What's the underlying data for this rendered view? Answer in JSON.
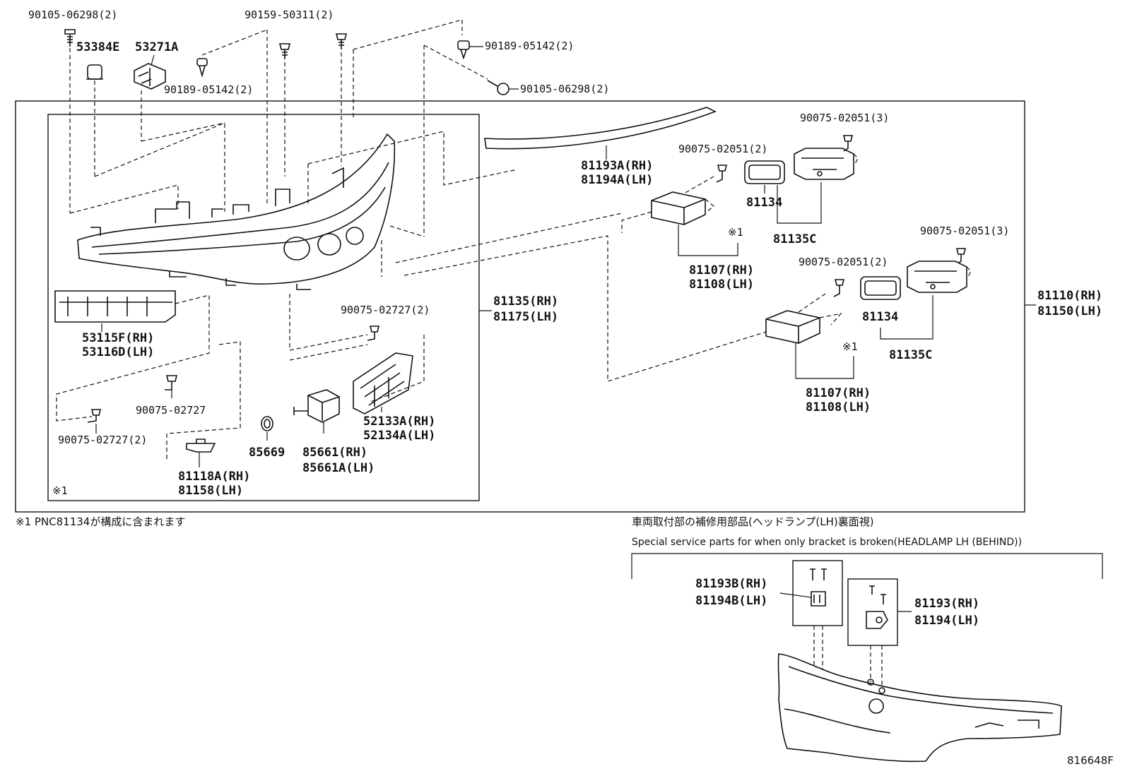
{
  "drawing_number": "816648F",
  "footnote": "※1 PNC81134が構成に含まれます",
  "inner_box_marker": "※1",
  "callouts": {
    "bolt_top_left": "90105-06298(2)",
    "grommet_53384E": "53384E",
    "bracket_53271A": "53271A",
    "clip_upper_left": "90189-05142(2)",
    "screw_upper_mid": "90159-50311(2)",
    "clip_upper_right": "90189-05142(2)",
    "bolt_upper_right": "90105-06298(2)",
    "cover_rh": "81193A(RH)",
    "cover_lh": "81194A(LH)",
    "screw_ecu_top": "90075-02051(2)",
    "screw_module_top": "90075-02051(3)",
    "gasket_top": "81134",
    "module_top": "81135C",
    "ecu_top_marker": "※1",
    "ecu_top_rh": "81107(RH)",
    "ecu_top_lh": "81108(LH)",
    "screw_module_bottom": "90075-02051(3)",
    "screw_ecu_bottom": "90075-02051(2)",
    "gasket_bottom": "81134",
    "module_bottom": "81135C",
    "ecu_bottom_marker": "※1",
    "ecu_bottom_rh": "81107(RH)",
    "ecu_bottom_lh": "81108(LH)",
    "assy_rh": "81110(RH)",
    "assy_lh": "81150(LH)",
    "unit_rh": "81135(RH)",
    "unit_lh": "81175(LH)",
    "screw_center": "90075-02727(2)",
    "duct_rh": "53115F(RH)",
    "duct_lh": "53116D(LH)",
    "screw_left_a": "90075-02727",
    "screw_left_b": "90075-02727(2)",
    "cover_small_rh": "52133A(RH)",
    "cover_small_lh": "52134A(LH)",
    "oring": "85669",
    "actuator_rh": "85661(RH)",
    "actuator_lh": "85661A(LH)",
    "bracket_small_rh": "81118A(RH)",
    "bracket_small_lh": "81158(LH)"
  },
  "service_section": {
    "title_jp": "車両取付部の補修用部品(ヘッドランプ(LH)裏面視)",
    "title_en": "Special service parts for when only bracket is broken(HEADLAMP LH (BEHIND))",
    "bracket_b_rh": "81193B(RH)",
    "bracket_b_lh": "81194B(LH)",
    "bracket_rh": "81193(RH)",
    "bracket_lh": "81194(LH)"
  }
}
